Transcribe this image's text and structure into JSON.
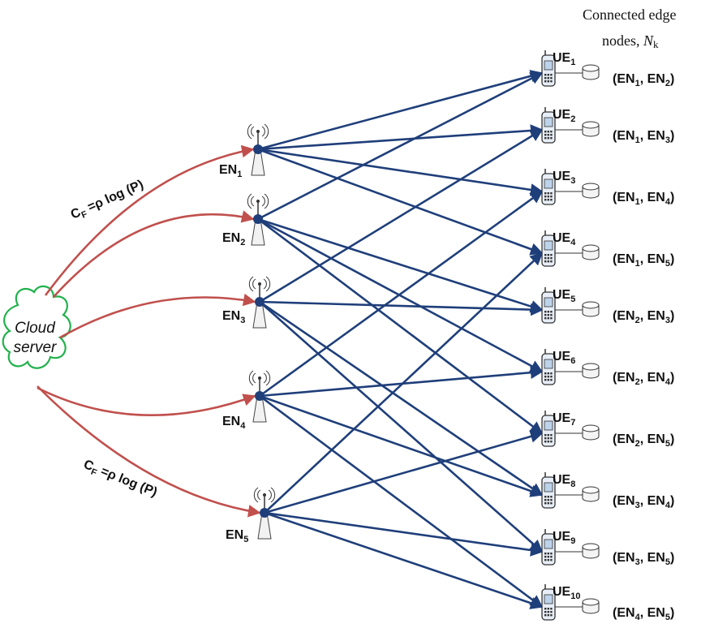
{
  "header": {
    "line1": "Connected  edge",
    "line2_prefix": "nodes, ",
    "line2_symbol": "N",
    "line2_sub": "k"
  },
  "cloud": {
    "line1": "Cloud",
    "line2": "server"
  },
  "capacity_label": {
    "prefix": "C",
    "sub": "F",
    "rest": " =ρ log (P)"
  },
  "edge_nodes": [
    {
      "prefix": "EN",
      "index": "1"
    },
    {
      "prefix": "EN",
      "index": "2"
    },
    {
      "prefix": "EN",
      "index": "3"
    },
    {
      "prefix": "EN",
      "index": "4"
    },
    {
      "prefix": "EN",
      "index": "5"
    }
  ],
  "users": [
    {
      "prefix": "UE",
      "index": "1",
      "connected": [
        "1",
        "2"
      ],
      "sep": ", "
    },
    {
      "prefix": "UE",
      "index": "2",
      "connected": [
        "1",
        "3"
      ],
      "sep": ", "
    },
    {
      "prefix": "UE",
      "index": "3",
      "connected": [
        "1",
        "4"
      ],
      "sep": ", "
    },
    {
      "prefix": "UE",
      "index": "4",
      "connected": [
        "1",
        "5"
      ],
      "sep": ", "
    },
    {
      "prefix": "UE",
      "index": "5",
      "connected": [
        "2",
        "3"
      ],
      "sep": ", "
    },
    {
      "prefix": "UE",
      "index": "6",
      "connected": [
        "2",
        "4"
      ],
      "sep": ", "
    },
    {
      "prefix": "UE",
      "index": "7",
      "connected": [
        "2",
        "5"
      ],
      "sep": ", "
    },
    {
      "prefix": "UE",
      "index": "8",
      "connected": [
        "3",
        "4"
      ],
      "sep": ", "
    },
    {
      "prefix": "UE",
      "index": "9",
      "connected": [
        "3",
        "5"
      ],
      "sep": ", "
    },
    {
      "prefix": "UE",
      "index": "10",
      "connected": [
        "4",
        "5"
      ],
      "sep": ", "
    }
  ],
  "colors": {
    "fronthaul": "#c0504d",
    "access": "#1f3f7a",
    "cloud_outline": "#22b14c",
    "node": "#1f3f7a"
  }
}
